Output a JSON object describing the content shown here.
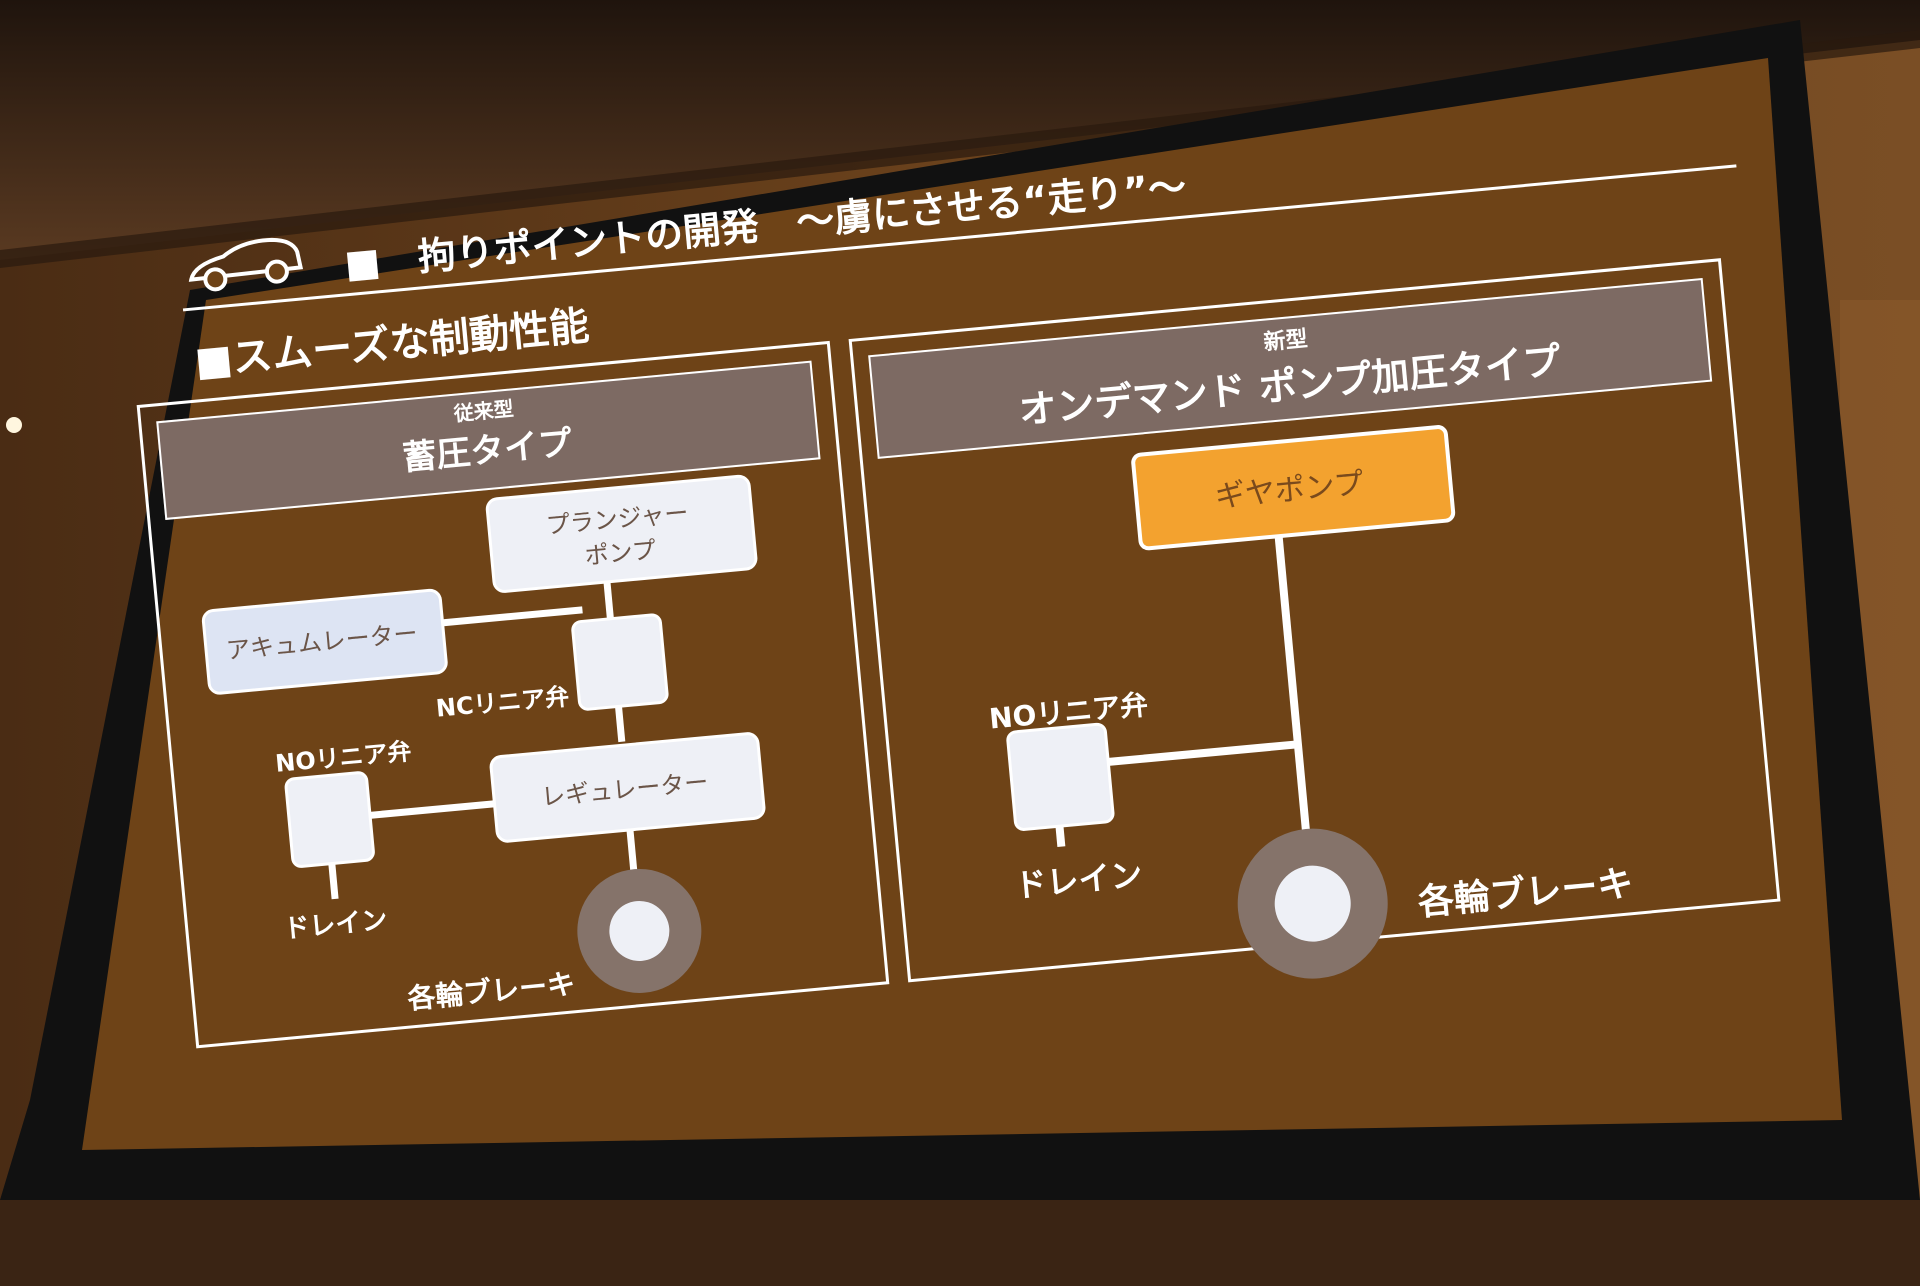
{
  "slide": {
    "title": "■　拘りポイントの開発　～虜にさせる“走り”～",
    "subtitle": "■スムーズな制動性能",
    "old_type": {
      "small_label": "従来型",
      "title": "蓄圧タイプ",
      "plunger_pump_line1": "プランジャー",
      "plunger_pump_line2": "ポンプ",
      "accumulator": "アキュムレーター",
      "nc_valve": "NCリニア弁",
      "no_valve": "NOリニア弁",
      "regulator": "レギュレーター",
      "drain": "ドレイン",
      "brake": "各輪ブレーキ"
    },
    "new_type": {
      "small_label": "新型",
      "title": "オンデマンド ポンプ加圧タイプ",
      "gear_pump": "ギヤポンプ",
      "no_valve": "NOリニア弁",
      "drain": "ドレイン",
      "brake": "各輪ブレーキ"
    }
  },
  "colors": {
    "slide_background": "#6e4317",
    "header_band": "#7d6a63",
    "box_fill": "#eef0f6",
    "accumulator_fill": "#dde4f3",
    "gear_pump_fill": "#f3a22f",
    "wheel_outer": "#85736a"
  }
}
